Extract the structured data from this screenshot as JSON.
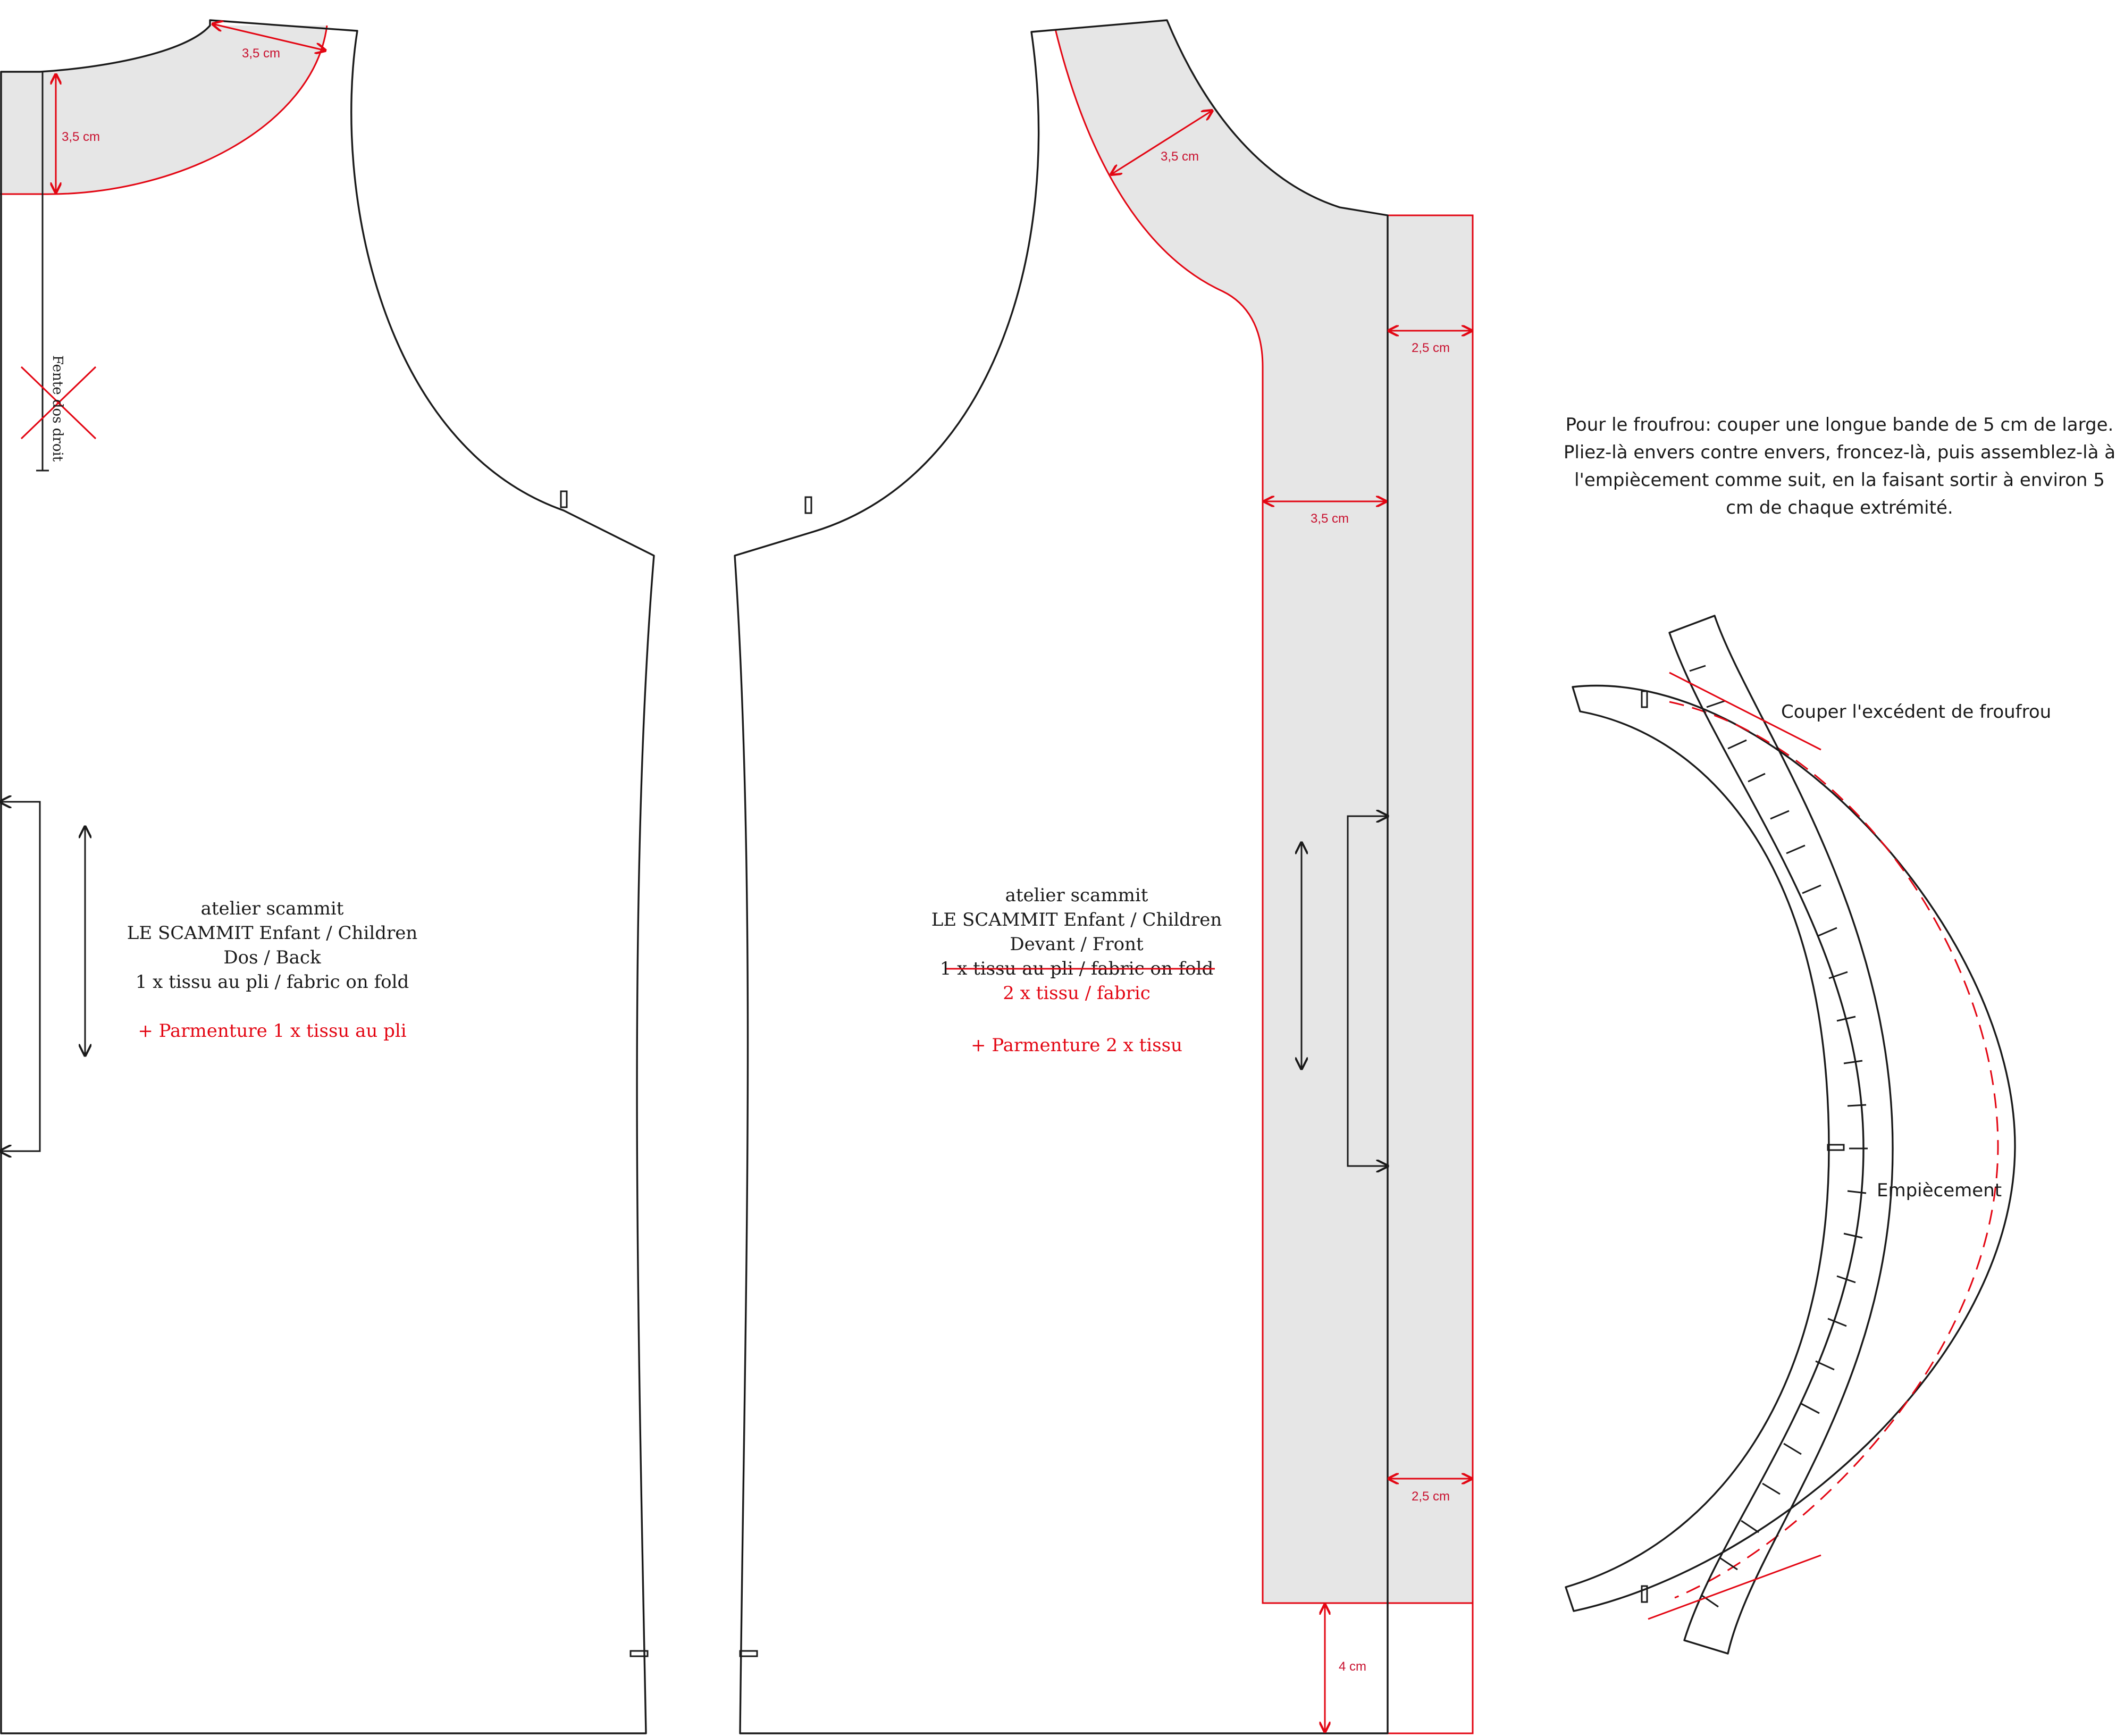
{
  "back": {
    "brand": "atelier scammit",
    "model": "LE SCAMMIT Enfant / Children",
    "piece": "Dos / Back",
    "cutting": "1 x tissu au pli / fabric on fold",
    "facing": "+ Parmenture 1 x tissu au pli",
    "slit_note": "Fente dos droit",
    "dim_neck_width": "3,5 cm",
    "dim_neck_depth": "3,5 cm"
  },
  "front": {
    "brand": "atelier scammit",
    "model": "LE SCAMMIT Enfant / Children",
    "piece": "Devant / Front",
    "cutting_struck": "1 x tissu au pli / fabric on fold",
    "cutting_new": "2 x tissu / fabric",
    "facing": "+ Parmenture 2 x tissu",
    "dim_shoulder": "3,5 cm",
    "dim_extension_top": "2,5 cm",
    "dim_facing_width": "3,5 cm",
    "dim_extension_bottom": "2,5 cm",
    "dim_hem": "4 cm"
  },
  "yoke": {
    "instructions": [
      "Pour le froufrou: couper une longue bande de 5 cm de large.",
      "Pliez-là envers contre envers, froncez-là, puis assemblez-là à",
      "l'empiècement comme suit, en la faisant sortir à environ 5",
      "cm de chaque extrémité."
    ],
    "trim_label": "Couper l'excédent de froufrou",
    "yoke_label": "Empiècement"
  },
  "colors": {
    "outline": "#1a1a1a",
    "modification": "#e30613",
    "facing_fill": "#e6e6e6"
  }
}
